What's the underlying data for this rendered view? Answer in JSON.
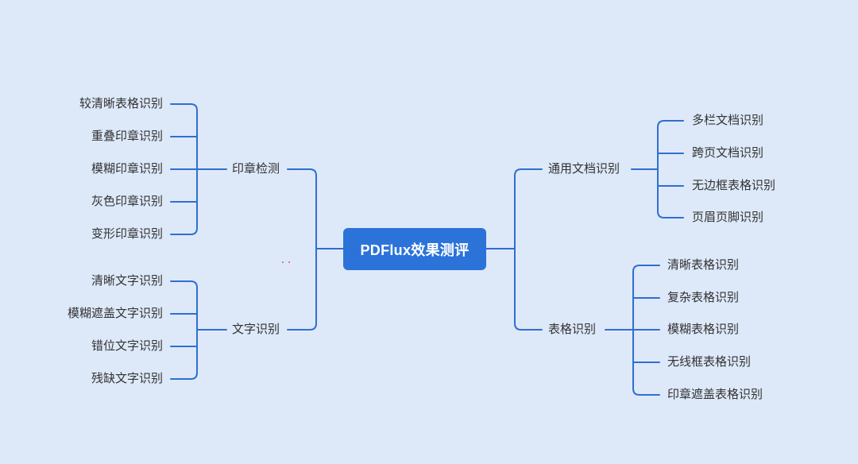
{
  "colors": {
    "background": "#dde9f9",
    "line": "#2f6fd0",
    "node": "#2b73d9",
    "text": "#333333"
  },
  "root": {
    "title": "PDFlux效果测评"
  },
  "branches": {
    "left": [
      {
        "label": "印章检测",
        "children": [
          "较清晰表格识别",
          "重叠印章识别",
          "模糊印章识别",
          "灰色印章识别",
          "变形印章识别"
        ]
      },
      {
        "label": "文字识别",
        "children": [
          "清晰文字识别",
          "模糊遮盖文字识别",
          "错位文字识别",
          "残缺文字识别"
        ]
      }
    ],
    "right": [
      {
        "label": "通用文档识别",
        "children": [
          "多栏文档识别",
          "跨页文档识别",
          "无边框表格识别",
          "页眉页脚识别"
        ]
      },
      {
        "label": "表格识别",
        "children": [
          "清晰表格识别",
          "复杂表格识别",
          "模糊表格识别",
          "无线框表格识别",
          "印章遮盖表格识别"
        ]
      }
    ]
  }
}
